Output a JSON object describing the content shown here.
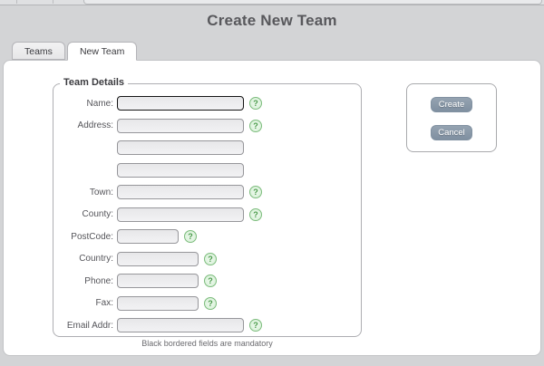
{
  "header": {
    "title": "Create New Team"
  },
  "tabs": [
    {
      "label": "Teams",
      "active": false
    },
    {
      "label": "New Team",
      "active": true
    }
  ],
  "form": {
    "legend": "Team Details",
    "note": "Black bordered fields are mandatory",
    "help_icon_glyph": "?",
    "fields": [
      {
        "label": "Name:",
        "name": "name",
        "value": "",
        "width": "full",
        "mandatory": true,
        "help": true,
        "lines": 1
      },
      {
        "label": "Address:",
        "name": "address",
        "value": "",
        "width": "full",
        "mandatory": false,
        "help": true,
        "lines": 3
      },
      {
        "label": "Town:",
        "name": "town",
        "value": "",
        "width": "full",
        "mandatory": false,
        "help": true,
        "lines": 1
      },
      {
        "label": "County:",
        "name": "county",
        "value": "",
        "width": "full",
        "mandatory": false,
        "help": true,
        "lines": 1
      },
      {
        "label": "PostCode:",
        "name": "postcode",
        "value": "",
        "width": "short",
        "mandatory": false,
        "help": true,
        "lines": 1
      },
      {
        "label": "Country:",
        "name": "country",
        "value": "",
        "width": "medium",
        "mandatory": false,
        "help": true,
        "lines": 1
      },
      {
        "label": "Phone:",
        "name": "phone",
        "value": "",
        "width": "medium",
        "mandatory": false,
        "help": true,
        "lines": 1
      },
      {
        "label": "Fax:",
        "name": "fax",
        "value": "",
        "width": "medium",
        "mandatory": false,
        "help": true,
        "lines": 1
      },
      {
        "label": "Email Addr:",
        "name": "email",
        "value": "",
        "width": "full",
        "mandatory": false,
        "help": true,
        "lines": 1
      }
    ]
  },
  "actions": {
    "create_label": "Create",
    "cancel_label": "Cancel"
  },
  "colors": {
    "page_background": "#d3d4d6",
    "panel_background": "#ffffff",
    "button_fill": "#8897a6",
    "help_green": "#7cbc7c",
    "mandatory_border": "#151515"
  }
}
